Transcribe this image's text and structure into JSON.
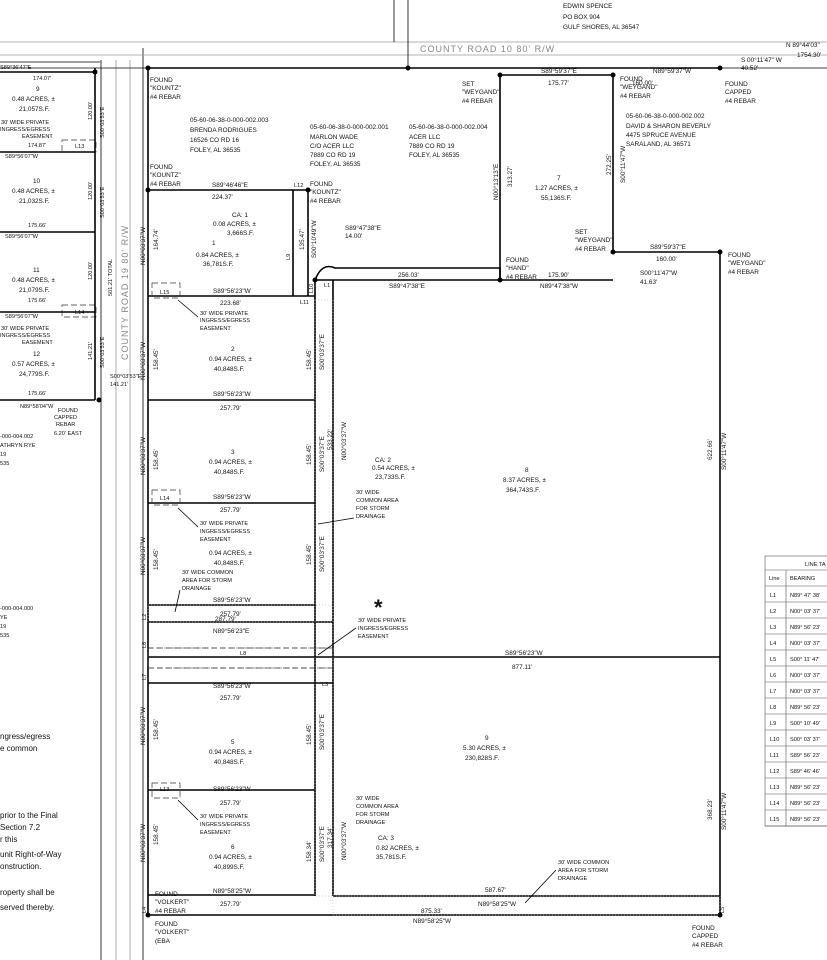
{
  "road_label": "COUNTY ROAD 19 80' R/W",
  "road_top_label": "COUNTY ROAD 10 80' R/W",
  "header_owner": [
    "EDWIN SPENCE",
    "PO BOX 904",
    "GULF SHORES, AL 36547"
  ],
  "owners": [
    {
      "id": "rodrigues",
      "lines": [
        "05-60-06-38-0-000-002.003",
        "BRENDA RODRIGUES",
        "16526 CO RD 16",
        "FOLEY, AL 36535"
      ]
    },
    {
      "id": "wade",
      "lines": [
        "05-60-06-38-0-000-002.001",
        "MARLON WADE",
        "C/O ACER LLC",
        "7889 CO RD 19",
        "FOLEY, AL 36535"
      ]
    },
    {
      "id": "acer",
      "lines": [
        "05-60-06-38-0-000-002.004",
        "ACER LLC",
        "7889 CO RD 19",
        "FOLEY, AL 36535"
      ]
    },
    {
      "id": "beverly",
      "lines": [
        "05-60-06-38-0-000-002.002",
        "DAVID & SHARON BEVERLY",
        "4475 SPRUCE AVENUE",
        "SARALAND, AL 36571"
      ]
    },
    {
      "id": "rye",
      "lines": [
        "-000-004.002",
        "ATHRYN RYE",
        "19",
        "535"
      ]
    },
    {
      "id": "left004",
      "lines": [
        "-000-004.000",
        "YE",
        "19",
        "535"
      ]
    }
  ],
  "lots": [
    {
      "id": "ca1",
      "lines": [
        "CA: 1",
        "0.08 ACRES, ±",
        "3,666S.F."
      ]
    },
    {
      "id": "lot1",
      "lines": [
        "1",
        "0.84 ACRES, ±",
        "36,781S.F."
      ]
    },
    {
      "id": "lot2",
      "lines": [
        "2",
        "0.94 ACRES, ±",
        "40,848S.F."
      ]
    },
    {
      "id": "lot3",
      "lines": [
        "3",
        "0.94 ACRES, ±",
        "40,848S.F."
      ]
    },
    {
      "id": "lot4",
      "lines": [
        "0.94 ACRES, ±",
        "40,848S.F."
      ]
    },
    {
      "id": "lot5",
      "lines": [
        "5",
        "0.94 ACRES, ±",
        "40,848S.F."
      ]
    },
    {
      "id": "lot6",
      "lines": [
        "6",
        "0.94 ACRES, ±",
        "40,899S.F."
      ]
    },
    {
      "id": "lot7",
      "lines": [
        "7",
        "1.27 ACRES, ±",
        "55,136S.F."
      ]
    },
    {
      "id": "lot8",
      "lines": [
        "8",
        "8.37 ACRES, ±",
        "364,743S.F."
      ]
    },
    {
      "id": "lot9",
      "lines": [
        "9",
        "5.30 ACRES, ±",
        "230,828S.F."
      ]
    },
    {
      "id": "ca2",
      "lines": [
        "CA: 2",
        "0.54 ACRES, ±",
        "23,733S.F."
      ]
    },
    {
      "id": "ca3",
      "lines": [
        "CA: 3",
        "0.82 ACRES, ±",
        "35,781S.F."
      ]
    },
    {
      "id": "lotL9",
      "lines": [
        "9",
        "0.48 ACRES, ±",
        "21,057S.F."
      ]
    },
    {
      "id": "lotL10",
      "lines": [
        "10",
        "0.48 ACRES, ±",
        "21,032S.F."
      ]
    },
    {
      "id": "lotL11",
      "lines": [
        "11",
        "0.48 ACRES, ±",
        "21,079S.F."
      ]
    },
    {
      "id": "lotL12",
      "lines": [
        "12",
        "0.57 ACRES, ±",
        "24,779S.F."
      ]
    }
  ],
  "notes": {
    "easement_private": [
      "30' WIDE PRIVATE",
      "INGRESS/EGRESS",
      "EASEMENT"
    ],
    "common_drainage": [
      "30' WIDE",
      "COMMON AREA",
      "FOR STORM",
      "DRAINAGE"
    ],
    "common_drainage2": [
      "30' WIDE COMMON",
      "AREA FOR STORM",
      "DRAINAGE"
    ],
    "left_easement1": [
      "30' WIDE PRIVATE",
      "INGRESS/EGRESS",
      "EASEMENT"
    ],
    "left_easement2": [
      "30' WIDE PRIVATE",
      "INGRESS/EGRESS",
      "EASEMENT"
    ],
    "asterisk": "*",
    "left_text": [
      "ngress/egress",
      "e common",
      "",
      "prior to the Final",
      "Section 7.2",
      "r this",
      "unit Right-of-Way",
      "onstruction.",
      "",
      "roperty shall be",
      "served thereby."
    ]
  },
  "monuments": [
    {
      "id": "m1",
      "lines": [
        "FOUND",
        "\"KOUNTZ\"",
        "#4 REBAR"
      ]
    },
    {
      "id": "m2",
      "lines": [
        "FOUND",
        "\"KOUNTZ\"",
        "#4 REBAR"
      ]
    },
    {
      "id": "m3",
      "lines": [
        "FOUND",
        "\"KOUNTZ\"",
        "#4 REBAR"
      ]
    },
    {
      "id": "m4",
      "lines": [
        "SET",
        "\"WEYGAND\"",
        "#4 REBAR"
      ]
    },
    {
      "id": "m5",
      "lines": [
        "FOUND",
        "\"WEYGAND\"",
        "#4 REBAR"
      ]
    },
    {
      "id": "m6",
      "lines": [
        "FOUND",
        "CAPPED",
        "#4 REBAR"
      ]
    },
    {
      "id": "m7",
      "lines": [
        "SET",
        "\"WEYGAND\"",
        "#4 REBAR"
      ]
    },
    {
      "id": "m8",
      "lines": [
        "FOUND",
        "\"HAND\"",
        "#4 REBAR"
      ]
    },
    {
      "id": "m9",
      "lines": [
        "FOUND",
        "\"WEYGAND\"",
        "#4 REBAR"
      ]
    },
    {
      "id": "m10",
      "lines": [
        "FOUND",
        "CAPPED",
        "REBAR",
        "6.20' EAST"
      ]
    },
    {
      "id": "m11",
      "lines": [
        "FOUND",
        "\"VOLKERT\"",
        "#4 REBAR"
      ]
    },
    {
      "id": "m12",
      "lines": [
        "FOUND",
        "\"VOLKERT\"",
        "(EBA"
      ]
    },
    {
      "id": "m13",
      "lines": [
        "FOUND",
        "CAPPED",
        "#4 REBAR"
      ]
    }
  ],
  "dims": {
    "top_line": "N 89°44'03\"",
    "top_dist": "1754.30'",
    "s00_11": "S 00°11'47\" W",
    "dist_4052": "40.52'",
    "d17577": "175.77'",
    "s89_59": "S89°59'37\"E",
    "n89_59": "N89°59'37\"W",
    "d160": "160.00'",
    "d160b": "160.00'",
    "s89_46": "S89°46'46\"E",
    "d22437": "224.37'",
    "d13547": "135.47'",
    "s00_10": "S00°10'49\"W",
    "s89_47": "S89°47'38\"E",
    "d1400": "14.00'",
    "d25603": "256.03'",
    "d17590": "175.90'",
    "n89_47": "N89°47'38\"W",
    "s89_47b": "S89°47'38\"E",
    "s00_11b": "S00°11'47\"W",
    "d4163": "41.63'",
    "d31327": "313.27'",
    "n00_13": "N00°13'13\"E",
    "d27225": "272.25'",
    "s00_11c": "S00°11'47\"W",
    "s89_59b": "S89°59'37\"E",
    "n00_03a": "N00°03'37\"W",
    "d1647": "164.74'",
    "s89_56a": "S89°56'23\"W",
    "d22368": "223.68'",
    "d15845": "158.45'",
    "d25779": "257.79'",
    "s00_03": "S00°03'37\"E",
    "d15845b": "158.45'",
    "d53322": "533.22'",
    "n00_03b": "N00°03'37\"W",
    "d62266": "622.66'",
    "s00_11d": "S00°11'47\"W",
    "d28779": "287.79'",
    "n89_56": "N89°56'23\"E",
    "s89_56b": "S89°56'23\"W",
    "d87711": "877.11'",
    "d36823": "368.23'",
    "s00_11e": "S00°11'47\"W",
    "d31734": "317.34'",
    "d15834": "158.34'",
    "d15845c": "158.45'",
    "n89_58": "N89°58'25\"W",
    "d58767": "587.67'",
    "d87533": "875.33'",
    "n89_58b": "N89°58'25\"W",
    "l_174": "174.07'",
    "l_17487": "174.87'",
    "l_17566": "175.66'",
    "l_12000": "120.00'",
    "l_s89_36": "S89°36'47\"E",
    "l_s89_56": "S89°56'07\"W",
    "l_s00_03": "S00°03'53\"E",
    "l_total": "501.21' TOTAL",
    "l_14121": "141.21'",
    "l_n89_58": "N89°58'04\"W",
    "l_s00_03b": "S00°03'53\"E",
    "l_14121b": "141.21'"
  },
  "line_labels": [
    "L1",
    "L2",
    "L3",
    "L4",
    "L5",
    "L6",
    "L7",
    "L8",
    "L9",
    "L10",
    "L11",
    "L12",
    "L13",
    "L14",
    "L15"
  ],
  "line_table": {
    "title": "LINE TA",
    "headers": [
      "Line",
      "BEARING"
    ],
    "rows": [
      [
        "L1",
        "N89° 47' 38'"
      ],
      [
        "L2",
        "N00° 03' 37'"
      ],
      [
        "L3",
        "N89° 56' 23'"
      ],
      [
        "L4",
        "N00° 03' 37'"
      ],
      [
        "L5",
        "S00° 11' 47'"
      ],
      [
        "L6",
        "N00° 03' 37'"
      ],
      [
        "L7",
        "N00° 03' 37'"
      ],
      [
        "L8",
        "N89° 56' 23'"
      ],
      [
        "L9",
        "S00° 10' 49'"
      ],
      [
        "L10",
        "S00° 03' 37'"
      ],
      [
        "L11",
        "S89° 56' 23'"
      ],
      [
        "L12",
        "S89° 46' 46'"
      ],
      [
        "L13",
        "N89° 56' 23'"
      ],
      [
        "L14",
        "N89° 56' 23'"
      ],
      [
        "L15",
        "N89° 56' 23'"
      ]
    ]
  }
}
